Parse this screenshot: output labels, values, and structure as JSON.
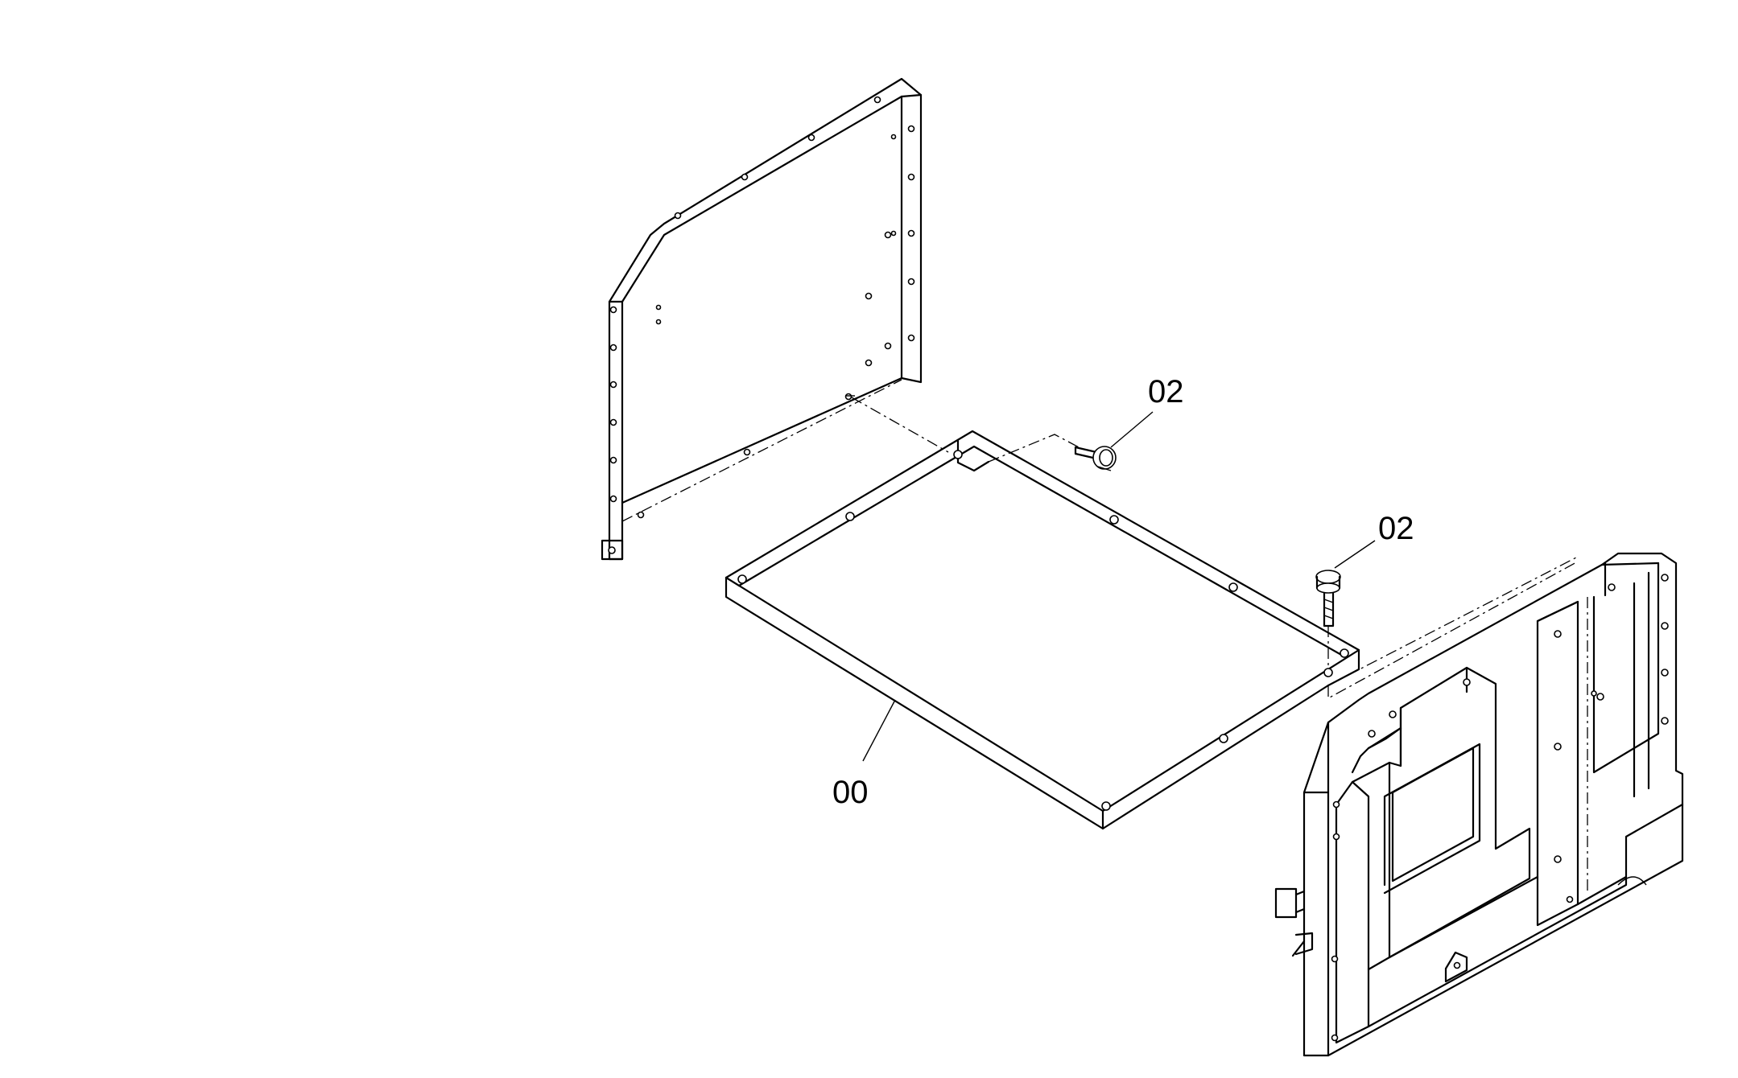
{
  "callouts": {
    "bolt_upper": "02",
    "bolt_right": "02",
    "floor_plate": "00"
  }
}
